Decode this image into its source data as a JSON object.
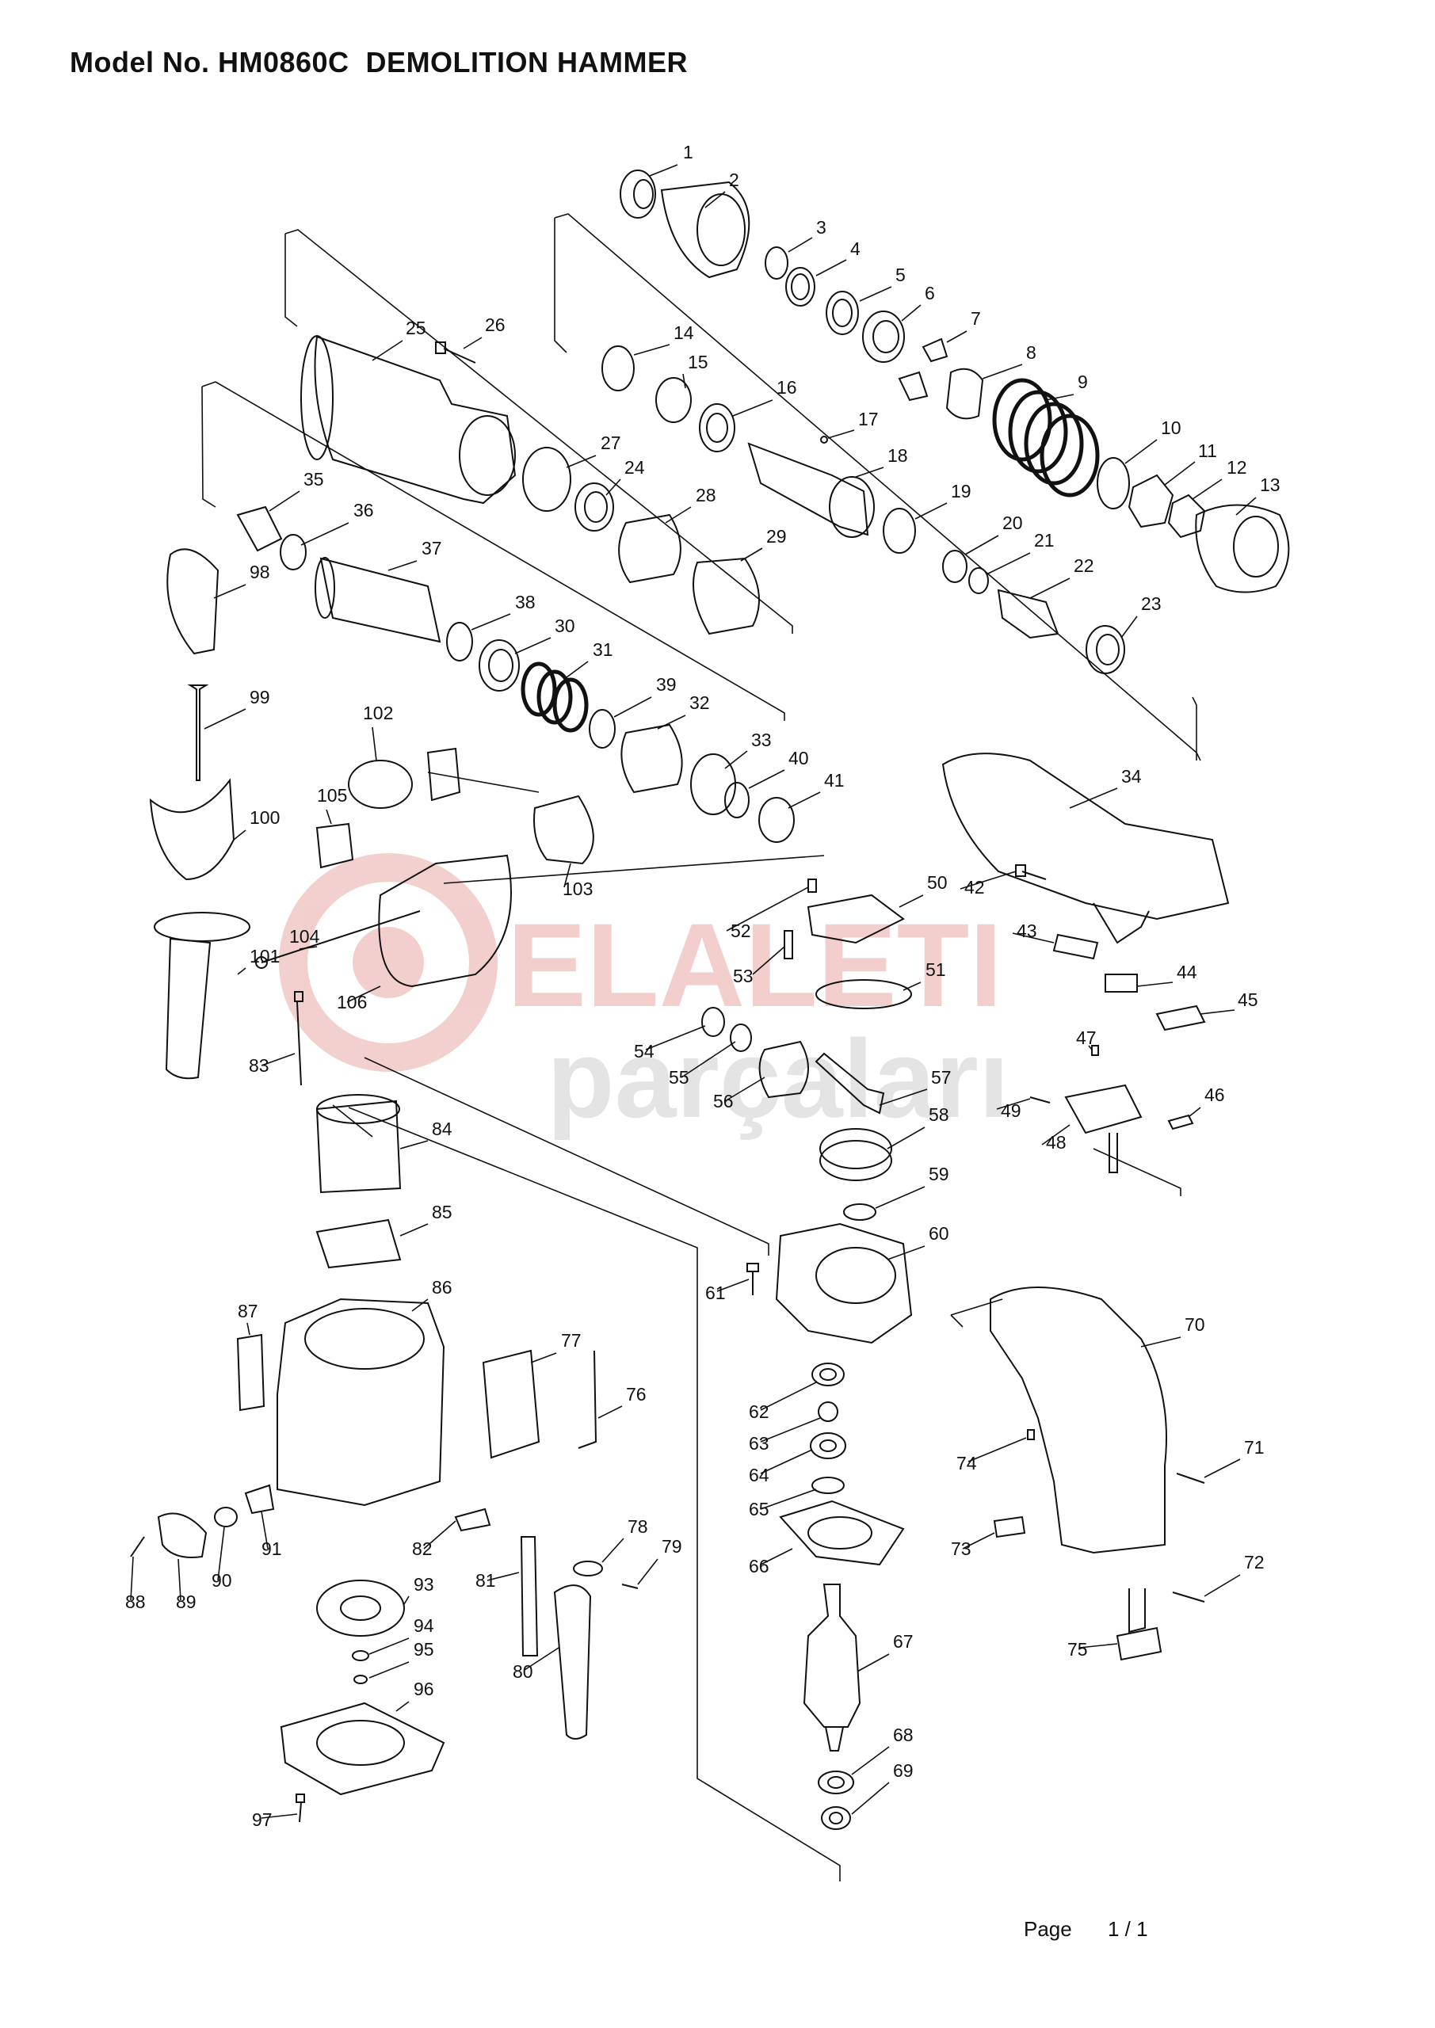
{
  "title": "Model No. HM0860C  DEMOLITION HAMMER",
  "watermark": {
    "line1": "ELALETI",
    "line2": "parçaları",
    "color": "#e8a9a6",
    "color2": "#cfcfcf"
  },
  "footer": {
    "page_label": "Page",
    "page_number": "1 / 1"
  },
  "parts": [
    "1",
    "2",
    "3",
    "4",
    "5",
    "6",
    "7",
    "8",
    "9",
    "10",
    "11",
    "12",
    "13",
    "14",
    "15",
    "16",
    "17",
    "18",
    "19",
    "20",
    "21",
    "22",
    "23",
    "24",
    "25",
    "26",
    "27",
    "28",
    "29",
    "30",
    "31",
    "32",
    "33",
    "34",
    "35",
    "36",
    "37",
    "38",
    "39",
    "40",
    "41",
    "42",
    "43",
    "44",
    "45",
    "46",
    "47",
    "48",
    "49",
    "50",
    "51",
    "52",
    "53",
    "54",
    "55",
    "56",
    "57",
    "58",
    "59",
    "60",
    "61",
    "62",
    "63",
    "64",
    "65",
    "66",
    "67",
    "68",
    "69",
    "70",
    "71",
    "72",
    "73",
    "74",
    "75",
    "76",
    "77",
    "78",
    "79",
    "80",
    "81",
    "82",
    "83",
    "84",
    "85",
    "86",
    "87",
    "88",
    "89",
    "90",
    "91",
    "93",
    "94",
    "95",
    "96",
    "97",
    "98",
    "99",
    "100",
    "101",
    "102",
    "103",
    "104",
    "105",
    "106"
  ]
}
